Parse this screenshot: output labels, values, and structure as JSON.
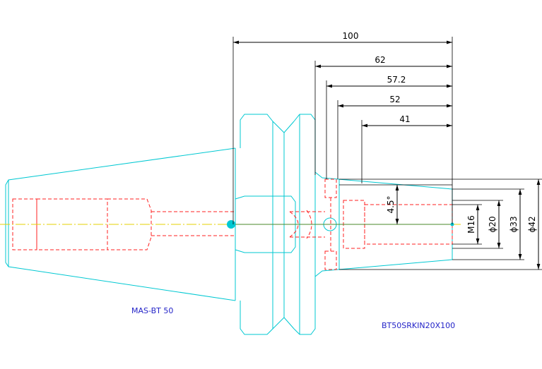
{
  "dimensions": {
    "overall_length": "100",
    "length_62": "62",
    "length_57_2": "57.2",
    "length_52": "52",
    "length_41": "41",
    "angle": "4.5°",
    "thread": "M16",
    "dia_20": "ϕ20",
    "dia_33": "ϕ33",
    "dia_42": "ϕ42"
  },
  "labels": {
    "taper_name": "MAS-BT 50",
    "part_number": "BT50SRKIN20X100"
  },
  "colors": {
    "outline": "#00c8d2",
    "hidden": "#ff2020",
    "centerline": "#e6d200",
    "dimension": "#000000",
    "label": "#2424c8"
  }
}
